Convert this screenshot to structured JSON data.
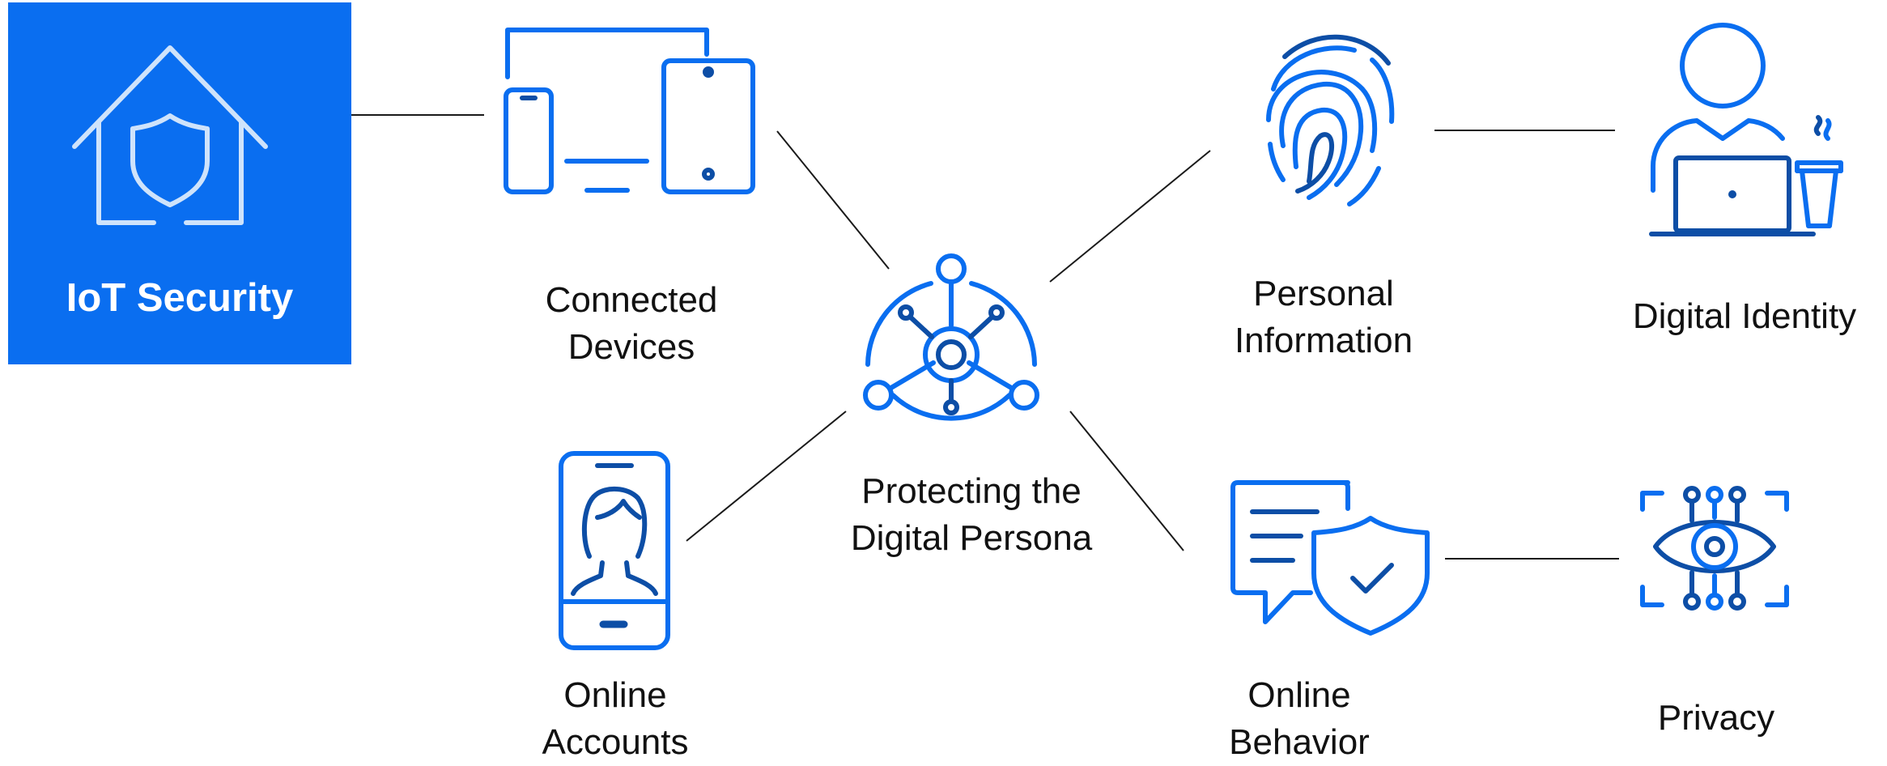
{
  "colors": {
    "primary_blue": "#0a6ef0",
    "dark_blue": "#0d4ea6",
    "tile_icon": "#cfe3fb",
    "connector": "#1a1a1a",
    "text": "#111111"
  },
  "iot_tile": {
    "label": "IoT Security",
    "icon": "house-shield-icon"
  },
  "center": {
    "line1": "Protecting the",
    "line2": "Digital Persona",
    "icon": "network-hub-icon"
  },
  "nodes": {
    "connected_devices": {
      "line1": "Connected",
      "line2": "Devices",
      "icon": "devices-icon"
    },
    "online_accounts": {
      "line1": "Online",
      "line2": "Accounts",
      "icon": "smartphone-user-icon"
    },
    "personal_information": {
      "line1": "Personal",
      "line2": "Information",
      "icon": "fingerprint-icon"
    },
    "online_behavior": {
      "line1": "Online",
      "line2": "Behavior",
      "icon": "chat-shield-icon"
    },
    "digital_identity": {
      "label": "Digital Identity",
      "icon": "person-laptop-icon"
    },
    "privacy": {
      "label": "Privacy",
      "icon": "eye-circuit-icon"
    }
  }
}
